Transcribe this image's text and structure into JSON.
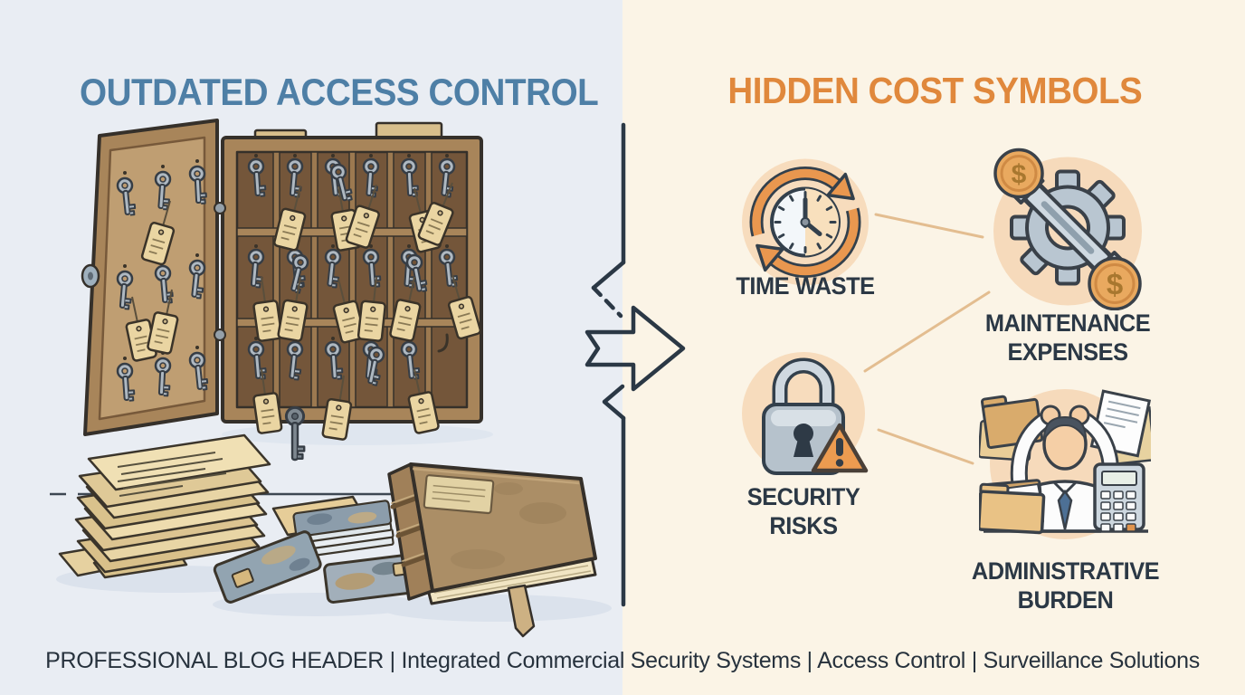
{
  "left_panel": {
    "title": "OUTDATED ACCESS CONTROL",
    "illustration": {
      "name": "outdated-access-control-illustration",
      "objects": [
        "key-cabinet",
        "cabinet-door-with-hanging-keys",
        "tagged-keys",
        "paper-stack",
        "worn-keycards",
        "ledger-book"
      ]
    }
  },
  "right_panel": {
    "title": "HIDDEN COST SYMBOLS",
    "items": [
      {
        "icon": "clock-arrows-icon",
        "label": "TIME WASTE"
      },
      {
        "icon": "gear-wrench-dollar-icon",
        "label": "MAINTENANCE EXPENSES"
      },
      {
        "icon": "padlock-warning-icon",
        "label": "SECURITY RISKS"
      },
      {
        "icon": "stressed-admin-icon",
        "label": "ADMINISTRATIVE BURDEN"
      }
    ]
  },
  "divider": {
    "name": "zigzag-arrow-divider"
  },
  "footer": {
    "text": "PROFESSIONAL BLOG HEADER  | Integrated Commercial Security Systems | Access Control | Surveillance Solutions"
  },
  "colors": {
    "left_background": "#e9edf3",
    "right_background": "#fbf4e6",
    "left_title": "#4e7fa6",
    "right_title": "#e0883c",
    "label_text": "#2b3845",
    "line_ink": "#33404c",
    "connector": "#e3bd90",
    "accent_orange": "#e9974f",
    "steel_gray": "#b9c6d1",
    "tag_tan": "#ead5a2",
    "wood_brown": "#a8855a"
  }
}
